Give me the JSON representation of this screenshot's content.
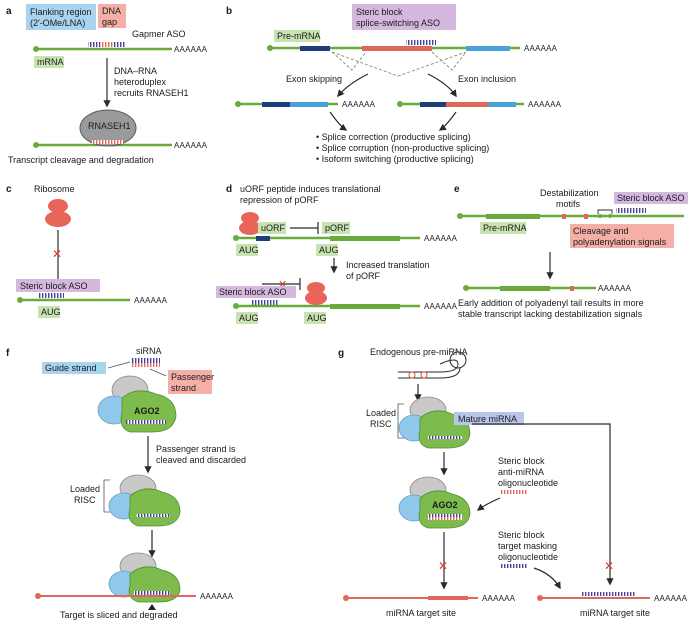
{
  "panels": {
    "a": {
      "letter": "a",
      "flanking": [
        "Flanking region",
        "(2′-OMe/LNA)"
      ],
      "dnagap": [
        "DNA",
        "gap"
      ],
      "gapmer": "Gapmer ASO",
      "mrna": "mRNA",
      "polya": "AAAAAA",
      "heteroduplex": [
        "DNA–RNA",
        "heteroduplex",
        "recruits RNASEH1"
      ],
      "rnaseh1": "RNASEH1",
      "result": "Transcript cleavage and degradation"
    },
    "b": {
      "letter": "b",
      "aso": [
        "Steric block",
        "splice-switching ASO"
      ],
      "premrna": "Pre-mRNA",
      "polya": "AAAAAA",
      "exon_skipping": "Exon skipping",
      "exon_inclusion": "Exon inclusion",
      "bullets": [
        "Splice correction (productive splicing)",
        "Splice corruption (non-productive splicing)",
        "Isoform switching (productive splicing)"
      ]
    },
    "c": {
      "letter": "c",
      "ribosome": "Ribosome",
      "aso": "Steric block ASO",
      "aug": "AUG",
      "polya": "AAAAAA"
    },
    "d": {
      "letter": "d",
      "title": [
        "uORF peptide induces translational",
        "repression of pORF"
      ],
      "uorf": "uORF",
      "porf": "pORF",
      "aug": "AUG",
      "polya": "AAAAAA",
      "increased": [
        "Increased translation",
        "of pORF"
      ],
      "aso": "Steric block ASO"
    },
    "e": {
      "letter": "e",
      "destab": [
        "Destabilization",
        "motifs"
      ],
      "aso": "Steric block ASO",
      "premrna": "Pre-mRNA",
      "cleavage": [
        "Cleavage and",
        "polyadenylation signals"
      ],
      "polya": "AAAAAA",
      "result": [
        "Early addition of polyadenyl tail results in more",
        "stable transcript lacking destabilization signals"
      ]
    },
    "f": {
      "letter": "f",
      "sirna": "siRNA",
      "guide": "Guide strand",
      "passenger": [
        "Passenger",
        "strand"
      ],
      "ago2": "AGO2",
      "cleaved": [
        "Passenger strand is",
        "cleaved and discarded"
      ],
      "loaded": [
        "Loaded",
        "RISC"
      ],
      "polya": "AAAAAA",
      "result": "Target is sliced and degraded"
    },
    "g": {
      "letter": "g",
      "premirna": "Endogenous pre-miRNA",
      "loaded": [
        "Loaded",
        "RISC"
      ],
      "mature": "Mature miRNA",
      "antimirna": [
        "Steric block",
        "anti-miRNA",
        "oligonucleotide"
      ],
      "ago2": "AGO2",
      "masking": [
        "Steric block",
        "target masking",
        "oligonucleotide"
      ],
      "site": "miRNA target site",
      "polya": "AAAAAA"
    }
  },
  "colors": {
    "rna_green": "#6aaa3a",
    "label_green": "#c6e3b0",
    "label_blue": "#a8d4ef",
    "label_pink": "#f4b0a6",
    "label_purple": "#d5b8e0",
    "label_lavender": "#b9c6ea",
    "exon_navy": "#1c3f7c",
    "exon_blue": "#49a3d8",
    "exon_red": "#e0675c",
    "ago_green": "#7dbb4c",
    "ago_blue": "#8fc8ea",
    "ago_grey": "#c9c9c9",
    "ribosome": "#e96458",
    "rnaseh1": "#9a9a9a",
    "block_x": "#d63b2b",
    "arrow": "#2a2a2a"
  }
}
